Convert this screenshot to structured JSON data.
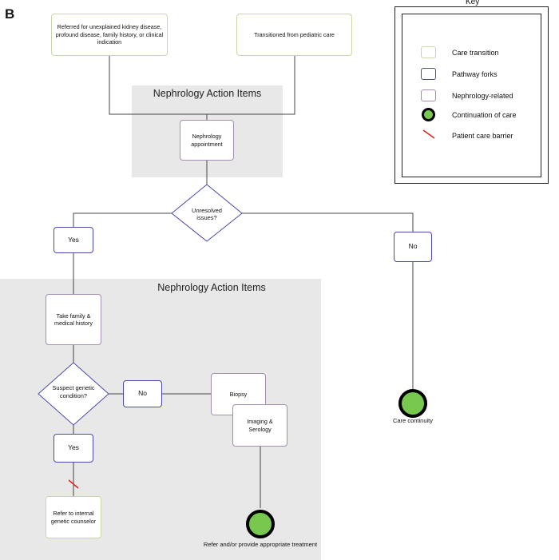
{
  "panel_letter": "B",
  "key": {
    "title": "Key",
    "items": [
      {
        "label": "Care transition",
        "swatch": "care-transition",
        "color": "#c8d9a6"
      },
      {
        "label": "Pathway forks",
        "swatch": "pathway-fork",
        "color": "#4a4aa8"
      },
      {
        "label": "Nephrology-related",
        "swatch": "nephrology",
        "color": "#a48fae"
      },
      {
        "label": "Continuation of care",
        "swatch": "continuation-circle",
        "color": "#78c850"
      },
      {
        "label": "Patient care barrier",
        "swatch": "barrier-mark",
        "color": "#e02020"
      }
    ]
  },
  "diagram": {
    "referral_box": "Referred for unexplained kidney disease, profound disease, family history, or clinical indication",
    "pediatric_box": "Transitioned from pediatric care",
    "action_panel_top_title": "Nephrology Action Items",
    "appointment_box": "Nephrology appointment",
    "unresolved_diamond": "Unresolved issues?",
    "yes_top": "Yes",
    "no_right": "No",
    "care_continuity_label": "Care continuity",
    "action_panel_bottom_title": "Nephrology Action Items",
    "history_box": "Take family & medical history",
    "genetic_diamond": "Suspect genetic condition?",
    "no_genetic": "No",
    "biopsy_box": "Biopsy",
    "imaging_box": "Imaging & Serology",
    "yes_genetic": "Yes",
    "counselor_box": "Refer to internal genetic counselor",
    "refer_treatment_label": "Refer and/or provide appropriate treatment"
  }
}
